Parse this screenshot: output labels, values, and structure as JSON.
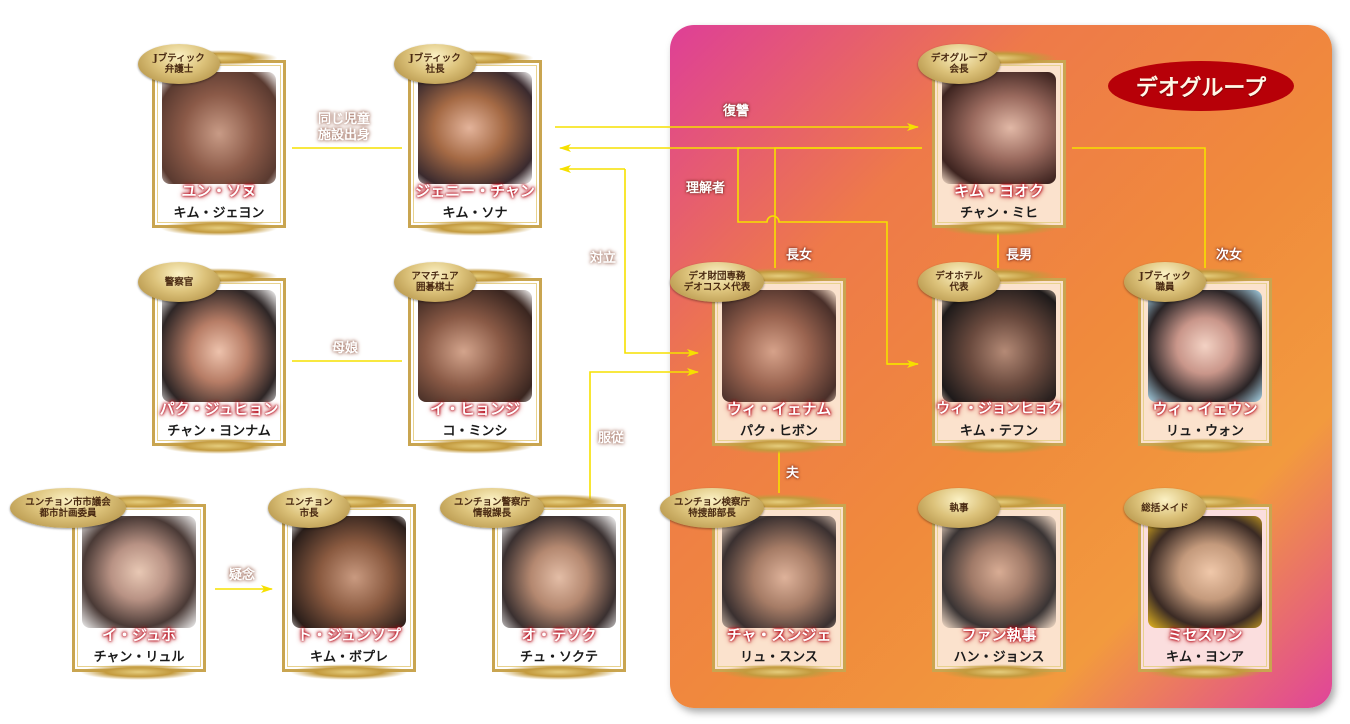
{
  "group": {
    "title": "デオグループ"
  },
  "colors": {
    "accent_red": "#b70008",
    "line_yellow": "#f6e000",
    "gold": "#c9a550"
  },
  "relations": {
    "same_orphanage": [
      "同じ児童",
      "施設出身"
    ],
    "mother_daughter": "母娘",
    "revenge": "復讐",
    "understander": "理解者",
    "conflict": "対立",
    "obedience": "服従",
    "suspicion": "疑念",
    "eldest_daughter": "長女",
    "eldest_son": "長男",
    "second_daughter": "次女",
    "husband": "夫"
  },
  "characters": [
    {
      "id": "yoon-seonu",
      "badge": [
        "Jブティック",
        "弁護士"
      ],
      "role": "ユン・ソヌ",
      "actor": "キム・ジェヨン"
    },
    {
      "id": "jenny-chan",
      "badge": [
        "Jブティック",
        "社長"
      ],
      "role": "ジェニー・チャン",
      "actor": "キム・ソナ"
    },
    {
      "id": "kim-yeook",
      "badge": [
        "デオグループ",
        "会長"
      ],
      "role": "キム・ヨオク",
      "actor": "チャン・ミヒ"
    },
    {
      "id": "park-juhyeon",
      "badge": [
        "警察官"
      ],
      "role": "パク・ジュヒョン",
      "actor": "チャン・ヨンナム"
    },
    {
      "id": "lee-hyeonji",
      "badge": [
        "アマチュア",
        "囲碁棋士"
      ],
      "role": "イ・ヒョンジ",
      "actor": "コ・ミンシ"
    },
    {
      "id": "wi-yenam",
      "badge": [
        "デオ財団専務",
        "デオコスメ代表"
      ],
      "role": "ウィ・イェナム",
      "actor": "パク・ヒボン"
    },
    {
      "id": "wi-jeonghyeok",
      "badge": [
        "デオホテル",
        "代表"
      ],
      "role": "ウィ・ジョンヒョク",
      "actor": "キム・テフン"
    },
    {
      "id": "wi-yeeun",
      "badge": [
        "Jブティック",
        "職員"
      ],
      "role": "ウィ・イェウン",
      "actor": "リュ・ウォン"
    },
    {
      "id": "lee-juho",
      "badge": [
        "ユンチョン市市議会",
        "都市計画委員"
      ],
      "role": "イ・ジュホ",
      "actor": "チャン・リュル"
    },
    {
      "id": "do-junseop",
      "badge": [
        "ユンチョン",
        "市長"
      ],
      "role": "ト・ジュンソプ",
      "actor": "キム・ボプレ"
    },
    {
      "id": "oh-taesok",
      "badge": [
        "ユンチョン警察庁",
        "情報課長"
      ],
      "role": "オ・テソク",
      "actor": "チュ・ソクテ"
    },
    {
      "id": "cha-seongje",
      "badge": [
        "ユンチョン検察庁",
        "特捜部部長"
      ],
      "role": "チャ・スンジェ",
      "actor": "リュ・スンス"
    },
    {
      "id": "butler-hwang",
      "badge": [
        "執事"
      ],
      "role": "ファン執事",
      "actor": "ハン・ジョンス"
    },
    {
      "id": "mrs-hwang",
      "badge": [
        "総括メイド"
      ],
      "role": "ミセスワン",
      "actor": "キム・ヨンア"
    }
  ]
}
